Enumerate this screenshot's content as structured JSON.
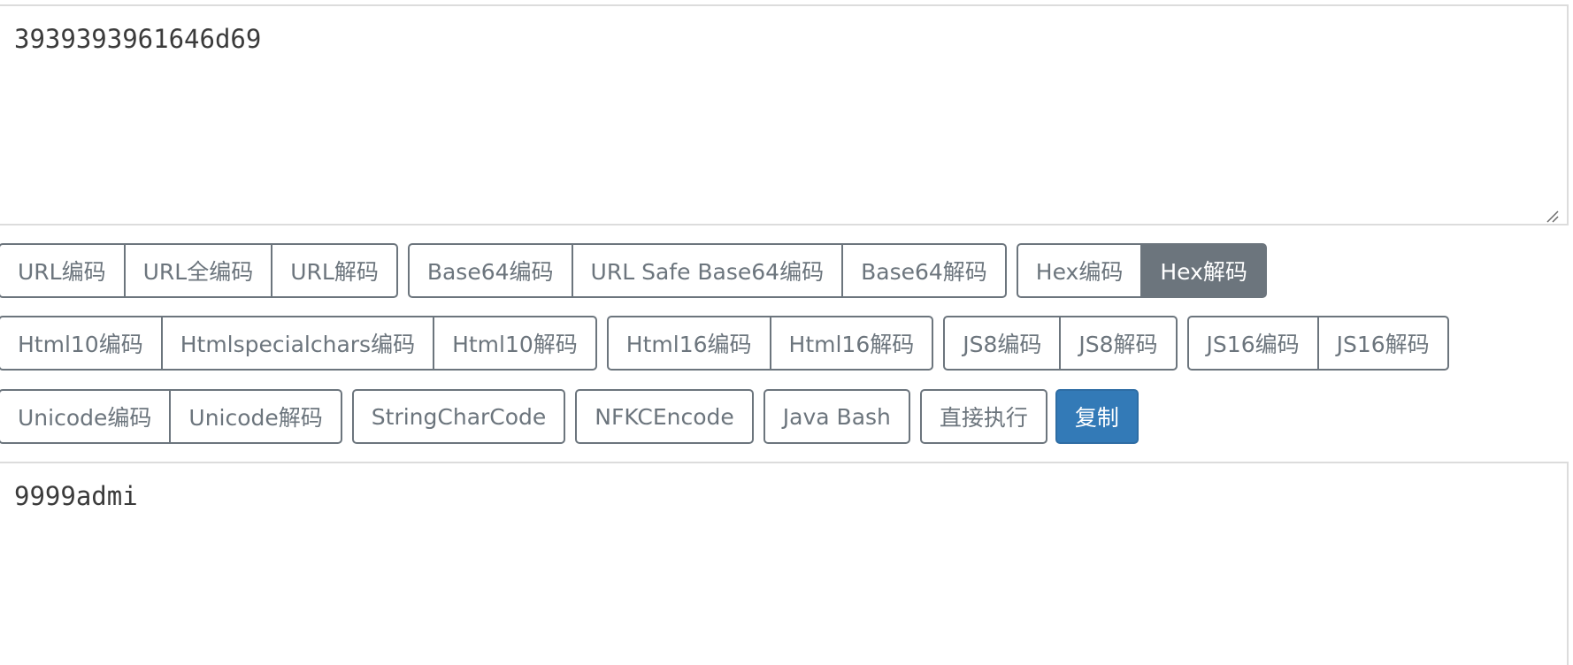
{
  "input": {
    "value": "3939393961646d69"
  },
  "output": {
    "value": "9999admi"
  },
  "toolbar": {
    "url_encode": "URL编码",
    "url_full_encode": "URL全编码",
    "url_decode": "URL解码",
    "base64_encode": "Base64编码",
    "url_safe_base64_encode": "URL Safe Base64编码",
    "base64_decode": "Base64解码",
    "hex_encode": "Hex编码",
    "hex_decode": "Hex解码",
    "html10_encode": "Html10编码",
    "htmlspecialchars_encode": "Htmlspecialchars编码",
    "html10_decode": "Html10解码",
    "html16_encode": "Html16编码",
    "html16_decode": "Html16解码",
    "js8_encode": "JS8编码",
    "js8_decode": "JS8解码",
    "js16_encode": "JS16编码",
    "js16_decode": "JS16解码",
    "unicode_encode": "Unicode编码",
    "unicode_decode": "Unicode解码",
    "stringcharcode": "StringCharCode",
    "nfkc_encode": "NFKCEncode",
    "java_bash": "Java Bash",
    "execute_direct": "直接执行",
    "copy": "复制"
  },
  "colors": {
    "outline_button": "#6c757d",
    "active_button_bg": "#6c757d",
    "primary_button_bg": "#337ab7",
    "textarea_border": "#dcdcdc"
  }
}
